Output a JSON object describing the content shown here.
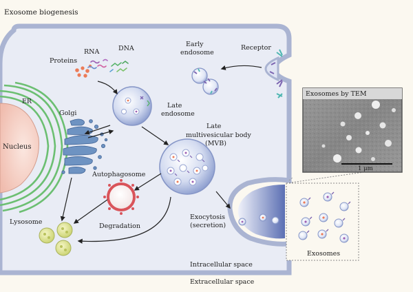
{
  "title": "Exosome biogenesis",
  "labels": {
    "rna": "RNA",
    "dna": "DNA",
    "proteins": "Proteins",
    "early_endosome_1": "Early",
    "early_endosome_2": "endosome",
    "receptor": "Receptor",
    "er": "ER",
    "golgi": "Golgi",
    "nucleus": "Nucleus",
    "late_endosome_1": "Late",
    "late_endosome_2": "endosome",
    "mvb_1": "Late",
    "mvb_2": "multivesicular body",
    "mvb_3": "(MVB)",
    "autophagosome": "Autophagosome",
    "lysosome": "Lysosome",
    "degradation": "Degradation",
    "exocytosis_1": "Exocytosis",
    "exocytosis_2": "(secretion)",
    "intracellular": "Intracellular space",
    "extracellular": "Extracellular space",
    "exosomes": "Exosomes"
  },
  "tem": {
    "title": "Exosomes by TEM",
    "scale": "1 μm"
  },
  "colors": {
    "background": "#fbf8f0",
    "cell_fill": "#e9ecf5",
    "cell_stroke": "#aab4d2",
    "er": "#6cbf72",
    "golgi": "#6e93c2",
    "nucleus": "#f6cfc4",
    "vesicle": "#a5b4dc",
    "autophagosome": "#d9545a",
    "lysosome": "#d7dc6f"
  }
}
